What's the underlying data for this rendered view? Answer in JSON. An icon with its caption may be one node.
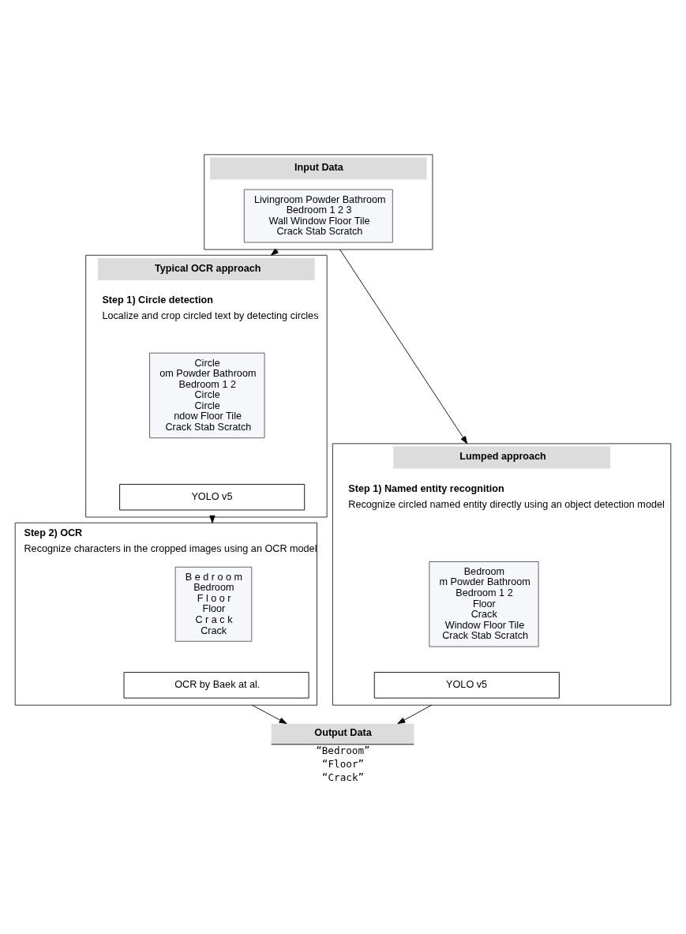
{
  "diagram": {
    "nodes": [
      {
        "text": [
          "Input Data"
        ]
      },
      {
        "text": [
          "Livingroom Powder Bathroom",
          "Bedroom 1 2 3",
          "Wall Window Floor Tile",
          "Crack Stab Scratch"
        ],
        "in": 0
      },
      {
        "text": [
          "Typical OCR approach"
        ]
      },
      {
        "text": [
          "Step 1) Circle detection",
          "Localize and crop circled text by detecting circles"
        ],
        "in": 2
      },
      {
        "text": [
          "Circle",
          "om Powder Bathroom",
          "Bedroom 1 2",
          "Circle",
          "Circle",
          "ndow Floor Tile",
          "Crack Stab Scratch"
        ],
        "in": 2
      },
      {
        "text": [
          "YOLO v5"
        ],
        "in": 2
      },
      {
        "text": [
          "Lumped approach"
        ]
      },
      {
        "text": [
          "Step 1) Named entity recognition",
          "Recognize circled named entity directly using an object detection model"
        ],
        "in": 6
      },
      {
        "text": [
          "Bedroom",
          "m Powder Bathroom",
          "Bedroom 1 2",
          "Floor",
          "Crack",
          "Window Floor Tile",
          "Crack Stab Scratch"
        ],
        "in": 6
      },
      {
        "text": [
          "YOLO v5"
        ],
        "in": 6
      },
      {
        "text": [
          "Step 2) OCR",
          "Recognize characters in the cropped images using an OCR model"
        ]
      },
      {
        "text": [
          "B e d r o o m",
          "Bedroom",
          "F l o o r",
          "Floor",
          "C r a c k",
          "Crack"
        ],
        "in": 10
      },
      {
        "text": [
          "OCR by Baek at al."
        ],
        "in": 10
      },
      {
        "text": [
          "Output Data",
          "“Bedroom”",
          "“Floor”",
          "“Crack”"
        ]
      }
    ],
    "edges": [
      {
        "from": 0,
        "to": 2,
        "arrow": "to"
      },
      {
        "from": 0,
        "to": 6,
        "arrow": "to"
      },
      {
        "from": 2,
        "to": 10,
        "arrow": "to"
      },
      {
        "from": 10,
        "to": 13,
        "arrow": "to"
      },
      {
        "from": 6,
        "to": 13,
        "arrow": "to"
      }
    ]
  }
}
